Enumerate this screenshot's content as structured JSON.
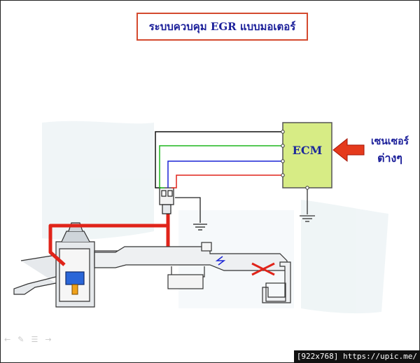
{
  "title": "ระบบควบคุม EGR แบบมอเตอร์",
  "ecm": {
    "label": "ECM",
    "fill": "#d7ec85"
  },
  "sensor": {
    "line1": "เซนเซอร์",
    "line2": "ต่างๆ",
    "arrow_color": "#e53a1c"
  },
  "wires": [
    {
      "color": "#111111"
    },
    {
      "color": "#1fb51f"
    },
    {
      "color": "#1a24d6"
    },
    {
      "color": "#e0241a"
    }
  ],
  "watermark": {
    "text": "[922x768] https://upic.me/"
  },
  "player_controls": {
    "icons": [
      "back-arrow-icon",
      "pen-icon",
      "menu-icon",
      "forward-arrow-icon"
    ]
  }
}
